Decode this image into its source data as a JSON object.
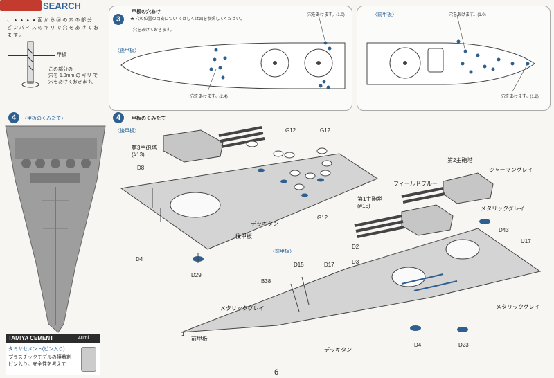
{
  "header": {
    "watermark": "SEARCH",
    "left_text_line1": "、 ▲ ▲ ▲ ▲ 面 か ら ⓐ の 穴 の 部 分",
    "left_text_line2": "ピ ン バ イ ス の キ リ で 穴 を あ け て お",
    "left_text_line3": "ま す 。"
  },
  "tool_labels": {
    "deck_label": "甲板",
    "drill_label1": "この部分の",
    "drill_label2": "穴を 1.0mm の キリ で",
    "drill_label3": "穴をあけておきます。"
  },
  "step3": {
    "number": "3",
    "title": "甲板の穴あけ",
    "note1": "★ 穴の位置の目安につい てはしくは図を参照してください。",
    "note2": "穴をあけておきます。",
    "rear_label": "〈後甲板〉",
    "front_label": "〈前甲板〉",
    "rear_hole_note": "穴をあけます。(1.0)",
    "rear_hole_note2": "穴をあけます。(2.4)",
    "front_hole_note": "穴をあけます。(1.0)",
    "front_hole_note2": "穴をあけます。(1.2)"
  },
  "step4_left": {
    "number": "4",
    "title": "〈甲板のくみたて〉"
  },
  "step4_main": {
    "number": "4",
    "title": "甲板のくみたて",
    "rear_label": "〈後甲板〉",
    "front_label": "〈前甲板〉"
  },
  "parts": {
    "turret3_label": "第3主砲塔 (#13)",
    "turret2_label": "第2主砲塔",
    "turret1_label": "第1主砲塔 (#15)",
    "d8": "D8",
    "d4_left": "D4",
    "d29": "D29",
    "g12_a": "G12",
    "g12_b": "G12",
    "g12_c": "G12",
    "rear_deck": "後甲板",
    "deck_tan": "デッキタン",
    "field_blue": "フィールドブルー",
    "german_gray": "ジャーマングレイ",
    "metallic_gray": "メタリックグレイ",
    "d2": "D2",
    "d3": "D3",
    "d43": "D43",
    "u17": "U17",
    "d15": "D15",
    "d17": "D17",
    "b38": "B38",
    "front_deck": "前甲板",
    "d4_bottom": "D4",
    "d23": "D23",
    "metallic_gray2": "メタリックグレイ",
    "metallic_gray3": "メタリックグレイ",
    "deck_tan2": "デッキタン",
    "item_1": "1"
  },
  "cement": {
    "brand": "TAMIYA CEMENT",
    "size": "40ml",
    "subtitle": "タミヤセメント(ビン入り)",
    "desc1": "プラスチックモデルの接着剤",
    "desc2": "ビン入り。安全性を考えて"
  },
  "page_number": "6"
}
